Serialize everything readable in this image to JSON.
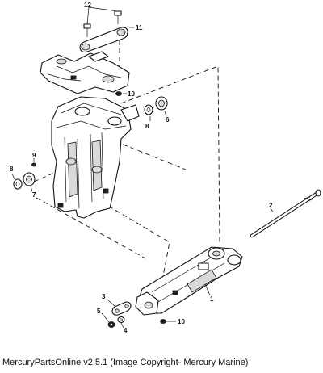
{
  "diagram": {
    "callouts": [
      {
        "id": "c12",
        "text": "12"
      },
      {
        "id": "c11",
        "text": "11"
      },
      {
        "id": "c10a",
        "text": "10"
      },
      {
        "id": "c8a",
        "text": "8"
      },
      {
        "id": "c6",
        "text": "6"
      },
      {
        "id": "c9",
        "text": "9"
      },
      {
        "id": "c8b",
        "text": "8"
      },
      {
        "id": "c7",
        "text": "7"
      },
      {
        "id": "c2",
        "text": "2"
      },
      {
        "id": "c1",
        "text": "1"
      },
      {
        "id": "c3",
        "text": "3"
      },
      {
        "id": "c5",
        "text": "5"
      },
      {
        "id": "c4",
        "text": "4"
      },
      {
        "id": "c10b",
        "text": "10"
      }
    ]
  },
  "footer": {
    "caption": "MercuryPartsOnline v2.5.1 (Image Copyright- Mercury Marine)"
  }
}
